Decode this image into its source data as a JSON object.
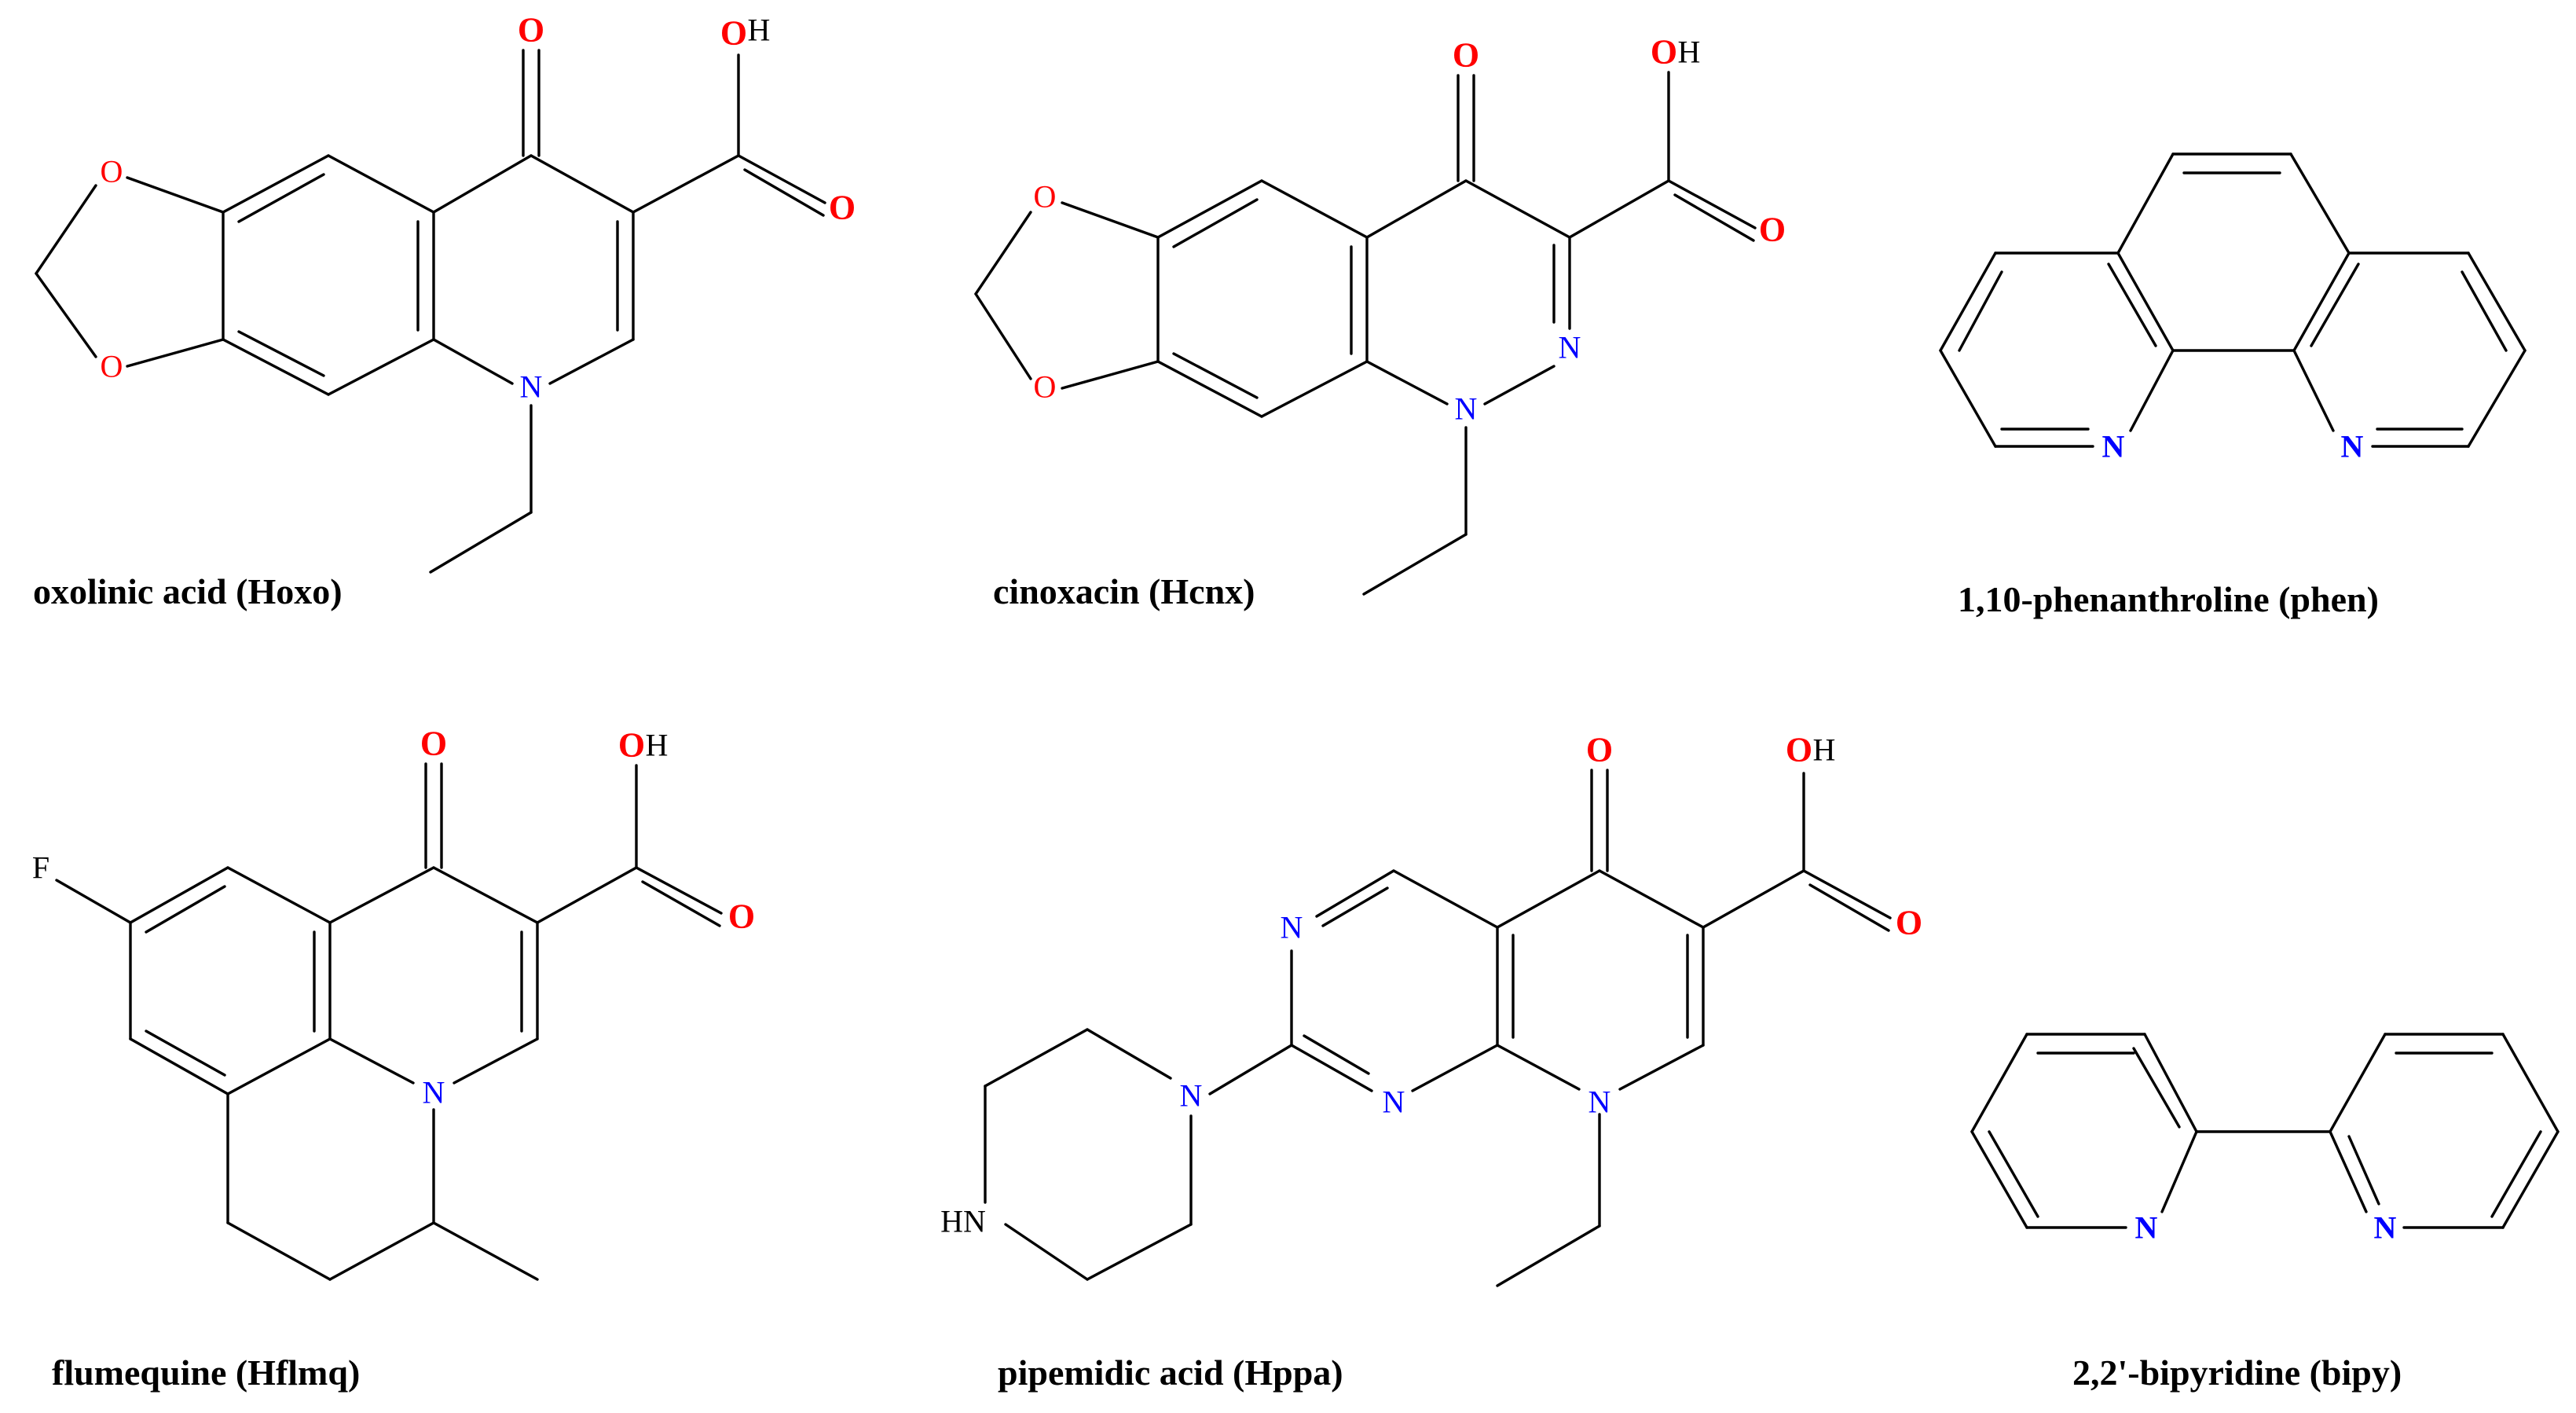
{
  "molecules": [
    {
      "id": "oxolinic-acid",
      "caption": "oxolinic acid (Hoxo)",
      "atoms": [
        {
          "id": "O1",
          "text": "O",
          "type": "O"
        },
        {
          "id": "O2",
          "text": "O",
          "type": "O"
        },
        {
          "id": "Oa",
          "text": "O",
          "type": "O-ring"
        },
        {
          "id": "Ob",
          "text": "O",
          "type": "O-ring"
        },
        {
          "id": "H1",
          "text": "H",
          "type": "H"
        },
        {
          "id": "O3",
          "text": "O",
          "type": "O"
        },
        {
          "id": "N1",
          "text": "N",
          "type": "N"
        }
      ]
    },
    {
      "id": "cinoxacin",
      "caption": "cinoxacin (Hcnx)",
      "atoms": [
        {
          "id": "O1",
          "text": "O",
          "type": "O"
        },
        {
          "id": "O2",
          "text": "O",
          "type": "O"
        },
        {
          "id": "H1",
          "text": "H",
          "type": "H"
        },
        {
          "id": "O3",
          "text": "O",
          "type": "O"
        },
        {
          "id": "Oa",
          "text": "O",
          "type": "O-ring"
        },
        {
          "id": "Ob",
          "text": "O",
          "type": "O-ring"
        },
        {
          "id": "N1",
          "text": "N",
          "type": "N"
        },
        {
          "id": "N2",
          "text": "N",
          "type": "N"
        }
      ]
    },
    {
      "id": "phenanthroline",
      "caption": "1,10-phenanthroline (phen)",
      "atoms": [
        {
          "id": "N1",
          "text": "N",
          "type": "N-bold"
        },
        {
          "id": "N2",
          "text": "N",
          "type": "N-bold"
        }
      ]
    },
    {
      "id": "flumequine",
      "caption": "flumequine (Hflmq)",
      "atoms": [
        {
          "id": "O1",
          "text": "O",
          "type": "O"
        },
        {
          "id": "O2",
          "text": "O",
          "type": "O"
        },
        {
          "id": "H1",
          "text": "H",
          "type": "H"
        },
        {
          "id": "O3",
          "text": "O",
          "type": "O"
        },
        {
          "id": "F1",
          "text": "F",
          "type": "plain"
        },
        {
          "id": "N1",
          "text": "N",
          "type": "N"
        }
      ]
    },
    {
      "id": "pipemidic-acid",
      "caption": "pipemidic acid (Hppa)",
      "atoms": [
        {
          "id": "O1",
          "text": "O",
          "type": "O"
        },
        {
          "id": "O2",
          "text": "O",
          "type": "O"
        },
        {
          "id": "H1",
          "text": "H",
          "type": "H"
        },
        {
          "id": "O3",
          "text": "O",
          "type": "O"
        },
        {
          "id": "Na",
          "text": "N",
          "type": "N"
        },
        {
          "id": "Nb",
          "text": "N",
          "type": "N"
        },
        {
          "id": "Nc",
          "text": "N",
          "type": "N"
        },
        {
          "id": "Nd",
          "text": "N",
          "type": "N"
        },
        {
          "id": "HN",
          "text": "HN",
          "type": "plain"
        }
      ]
    },
    {
      "id": "bipyridine",
      "caption": "2,2'-bipyridine (bipy)",
      "atoms": [
        {
          "id": "N1",
          "text": "N",
          "type": "N-bold"
        },
        {
          "id": "N2",
          "text": "N",
          "type": "N-bold"
        }
      ]
    }
  ],
  "colors": {
    "oxygen": "#ff0000",
    "nitrogen": "#0000ff",
    "bond": "#000000",
    "background": "#ffffff"
  }
}
